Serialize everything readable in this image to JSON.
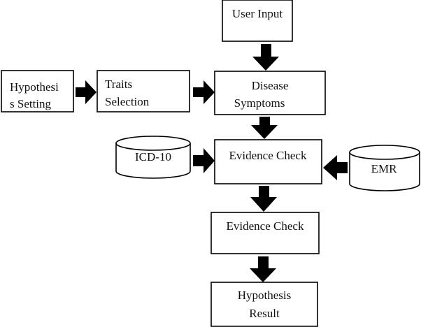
{
  "diagram": {
    "nodes": {
      "user_input": {
        "lines": [
          "User Input"
        ]
      },
      "hypothesis_setting": {
        "lines": [
          "Hypothesi",
          "s Setting"
        ]
      },
      "traits_selection": {
        "lines": [
          "Traits",
          "Selection"
        ]
      },
      "disease_symptoms": {
        "lines": [
          "Disease",
          "Symptoms"
        ]
      },
      "icd10": {
        "lines": [
          "ICD-10"
        ]
      },
      "evidence_check_1": {
        "lines": [
          "Evidence Check"
        ]
      },
      "emr": {
        "lines": [
          "EMR"
        ]
      },
      "evidence_check_2": {
        "lines": [
          "Evidence Check"
        ]
      },
      "hypothesis_result": {
        "lines": [
          "Hypothesis",
          "Result"
        ]
      }
    },
    "edges": [
      {
        "from": "user_input",
        "to": "disease_symptoms"
      },
      {
        "from": "hypothesis_setting",
        "to": "traits_selection"
      },
      {
        "from": "traits_selection",
        "to": "disease_symptoms"
      },
      {
        "from": "disease_symptoms",
        "to": "evidence_check_1"
      },
      {
        "from": "icd10",
        "to": "evidence_check_1"
      },
      {
        "from": "emr",
        "to": "evidence_check_1"
      },
      {
        "from": "evidence_check_1",
        "to": "evidence_check_2"
      },
      {
        "from": "evidence_check_2",
        "to": "hypothesis_result"
      }
    ],
    "colors": {
      "stroke": "#000000",
      "fill": "#ffffff",
      "text": "#111111"
    }
  }
}
